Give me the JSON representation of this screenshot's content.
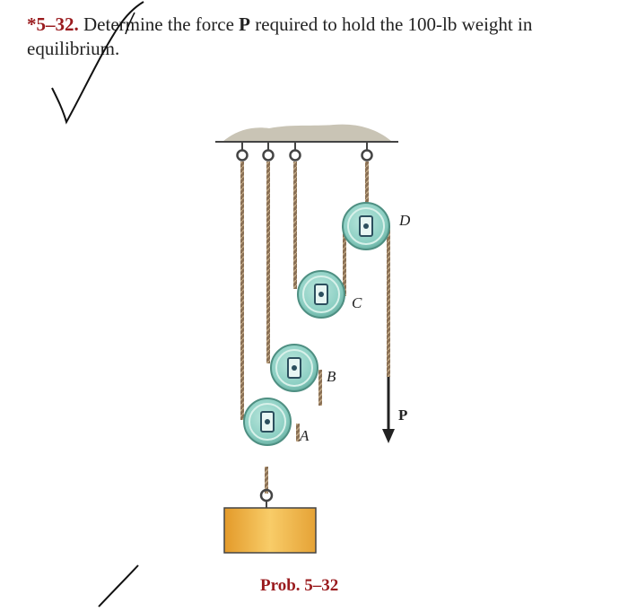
{
  "problem": {
    "number": "*5–32.",
    "text_before": "Determine the force ",
    "force_symbol": "P",
    "text_after": " required to hold the 100-lb weight in equilibrium."
  },
  "figure": {
    "pulley_labels": [
      "A",
      "B",
      "C",
      "D"
    ],
    "force_label": "P",
    "caption": "Prob. 5–32",
    "colors": {
      "pulley": "#8ccfc3",
      "rope": "#8a7055",
      "ceiling": "#c9c4b5",
      "weight": "#f2b747",
      "caption": "#9a1b1e"
    }
  },
  "annotations": {
    "checkmark-icon": "handwritten check mark",
    "pen-stroke-icon": "handwritten stroke"
  }
}
